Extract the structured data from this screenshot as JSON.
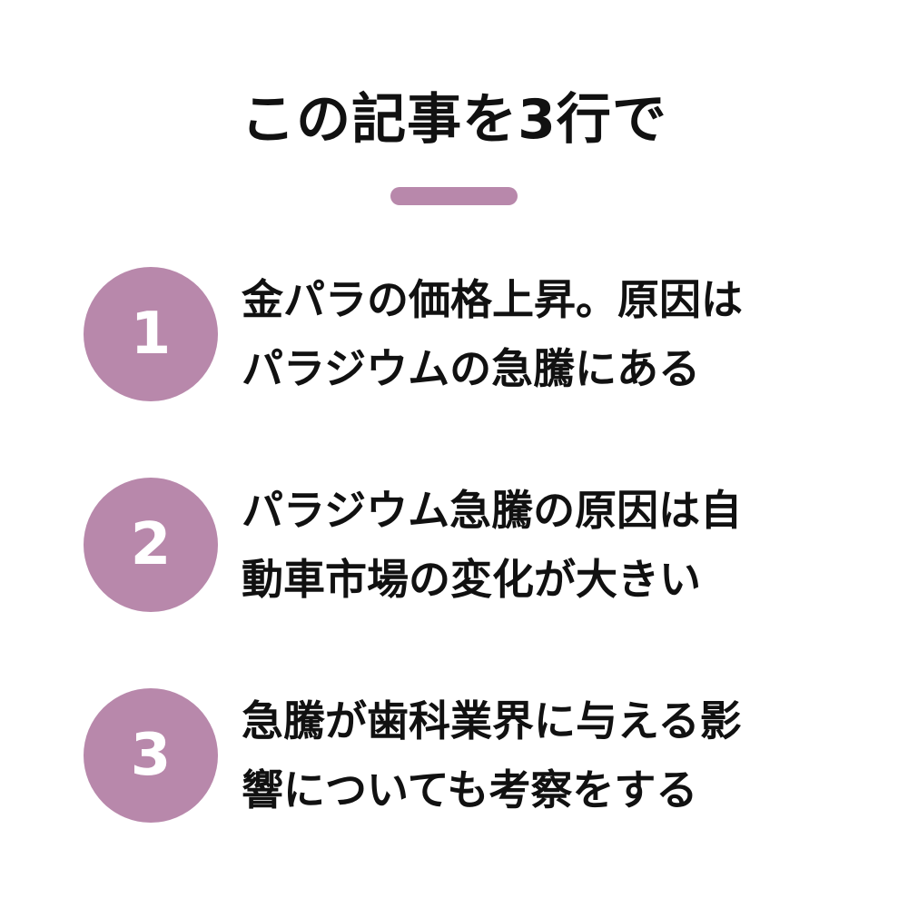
{
  "title": "この記事を3行で",
  "colors": {
    "accent": "#b888ab",
    "text": "#111111",
    "background": "#ffffff"
  },
  "items": [
    {
      "number": "1",
      "lines": [
        "金パラの価格上昇。原因は",
        "パラジウムの急騰にある"
      ]
    },
    {
      "number": "2",
      "lines": [
        "パラジウム急騰の原因は自",
        "動車市場の変化が大きい"
      ]
    },
    {
      "number": "3",
      "lines": [
        "急騰が歯科業界に与える影",
        "響についても考察をする"
      ]
    }
  ]
}
